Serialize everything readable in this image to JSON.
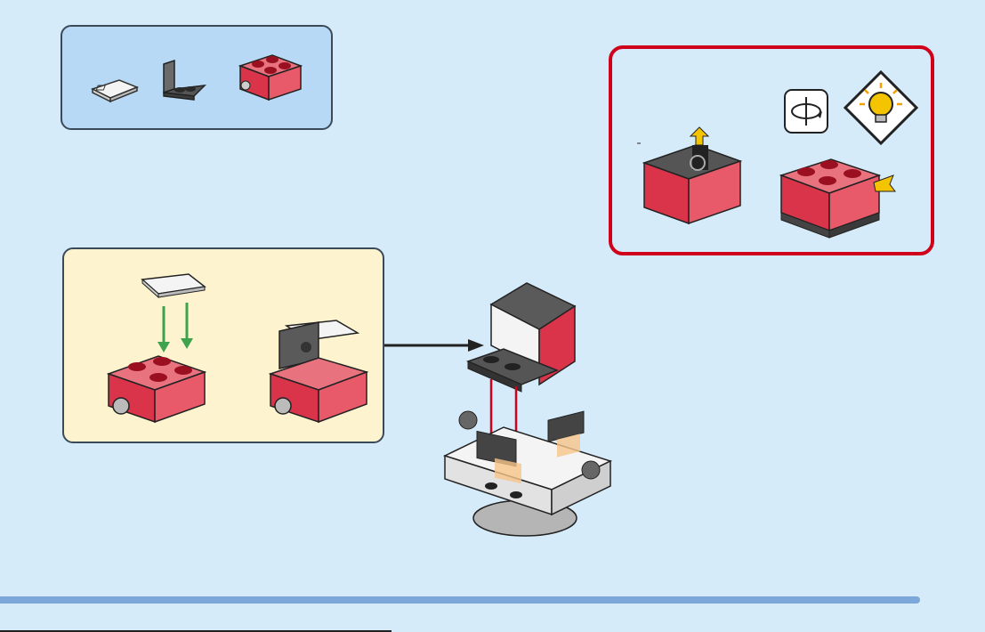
{
  "colors": {
    "background": "#d6ebf9",
    "parts_panel": "#b7d9f5",
    "sub_assembly_panel": "#fdf4cf",
    "tip_border": "#d0021b",
    "progress_bar": "#7da6d9",
    "trans_red": "#e23a4a",
    "dark_gray": "#5a5a5a",
    "white": "#f4f4f4",
    "green_arrow": "#3fa34d",
    "red_arrow": "#d0021b",
    "yellow_arrow": "#f5c400"
  },
  "parts_list": {
    "items": [
      {
        "icon": "white-tile-1x2-icon",
        "quantity": 1
      },
      {
        "icon": "dark-gray-bracket-icon",
        "quantity": 1
      },
      {
        "icon": "trans-red-light-brick-icon",
        "quantity": 1
      }
    ]
  },
  "tip": {
    "icons": [
      "rotate-icon",
      "lightbulb-icon"
    ]
  },
  "progress": {
    "fraction": 0.934
  }
}
